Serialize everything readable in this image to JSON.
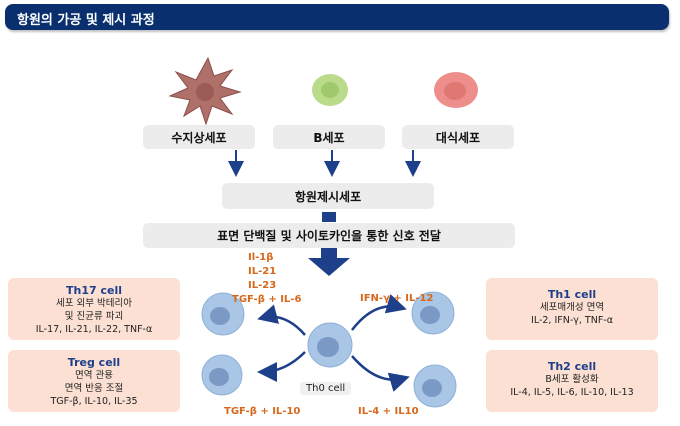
{
  "header": {
    "title": "항원의 가공 및 제시 과정"
  },
  "cells": {
    "dendritic": "수지상세포",
    "bcell": "B세포",
    "macrophage": "대식세포"
  },
  "apc_label": "항원제시세포",
  "signal_label": "표면 단백질 및 사이토카인을 통한 신호 전달",
  "cytokines": {
    "il1b": "Il-1β",
    "il21": "IL-21",
    "il23": "IL-23",
    "tgfb_il6": "TGF-β  + IL-6",
    "ifng_il12": "IFN-γ + IL-12",
    "tgfb_il10": "TGF-β  + IL-10",
    "il4_il10": "IL-4 + IL10"
  },
  "th0_label": "Th0 cell",
  "boxes": {
    "th17": {
      "title": "Th17 cell",
      "lines": [
        "세포 외부 박테리아",
        "및 진균류 파괴",
        "IL-17, IL-21, IL-22, TNF-α"
      ]
    },
    "treg": {
      "title": "Treg cell",
      "lines": [
        "면역 관용",
        "면역 반응 조절",
        "TGF-β, IL-10, IL-35"
      ]
    },
    "th1": {
      "title": "Th1 cell",
      "lines": [
        "세포매개성 면역",
        "IL-2, IFN-γ, TNF-α"
      ]
    },
    "th2": {
      "title": "Th2 cell",
      "lines": [
        "B세포 활성화",
        "IL-4, IL-5, IL-6, IL-10, IL-13"
      ]
    }
  },
  "colors": {
    "header_bg": "#0a2f6e",
    "arrow_blue": "#1e3f8a",
    "cytokine_orange": "#d7671b",
    "box_pink": "#fbe0d3",
    "box_gray": "#ececec",
    "cell_blue": "#a9c6e6",
    "dendritic": "#b0706a",
    "bcell": "#b9db8a",
    "macrophage": "#ee8e8a"
  }
}
